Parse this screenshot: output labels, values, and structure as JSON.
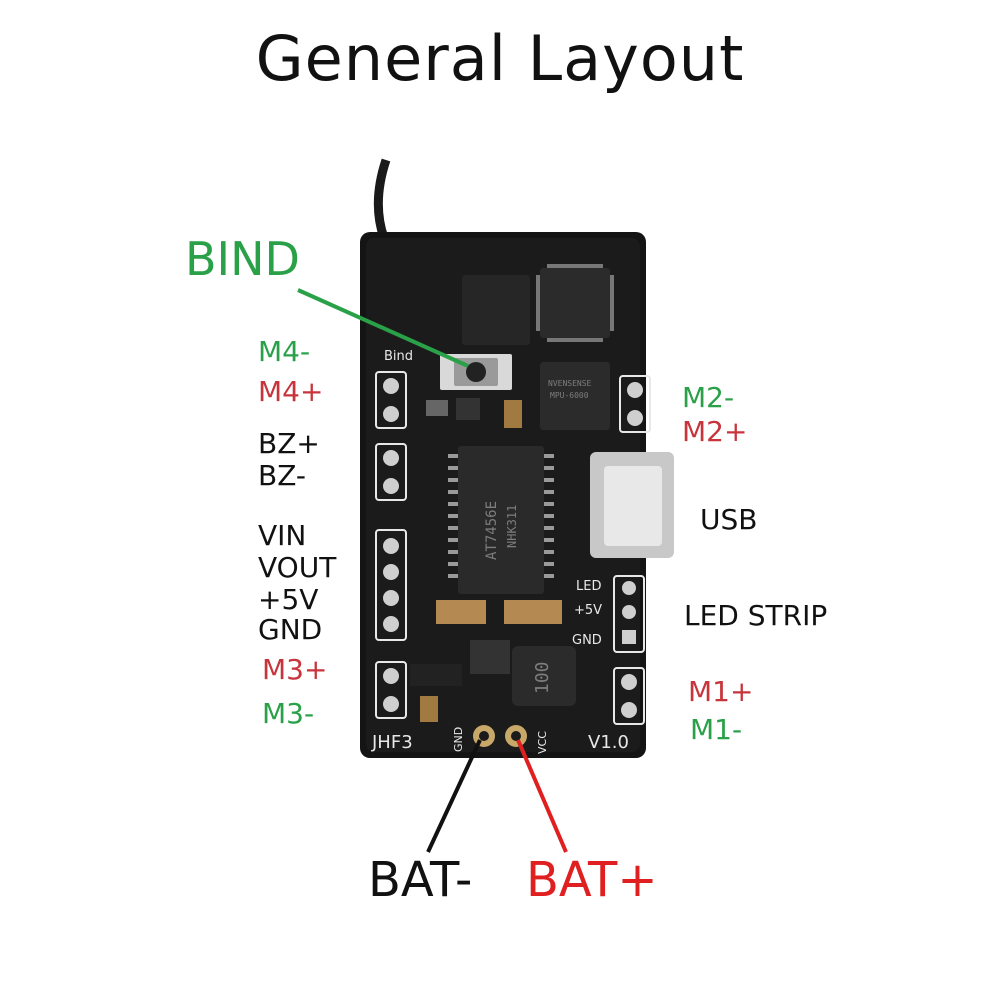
{
  "title": "General Layout",
  "colors": {
    "green": "#2aa148",
    "red": "#c8343c",
    "black": "#111111",
    "bat_plus": "#e02020"
  },
  "labels": {
    "bind": "BIND",
    "m4_minus": "M4-",
    "m4_plus": "M4+",
    "bz_plus": "BZ+",
    "bz_minus": "BZ-",
    "vin": "VIN",
    "vout": "VOUT",
    "plus5v": "+5V",
    "gnd": "GND",
    "m3_plus": "M3+",
    "m3_minus": "M3-",
    "m2_minus": "M2-",
    "m2_plus": "M2+",
    "usb": "USB",
    "led_strip": "LED STRIP",
    "m1_plus": "M1+",
    "m1_minus": "M1-",
    "bat_minus": "BAT-",
    "bat_plus": "BAT+"
  },
  "board": {
    "silk_bind": "Bind",
    "silk_led": "LED",
    "silk_5v": "+5V",
    "silk_gnd": "GND",
    "silk_name": "JHF3",
    "silk_version": "V1.0",
    "silk_pad_gnd": "GND",
    "silk_pad_vcc": "VCC",
    "chip_driver": "AT7456E",
    "chip_driver_line2": "NHK311",
    "chip_imu": "NVENSENSE",
    "chip_imu_line2": "MPU-6000",
    "inductor_code": "100"
  }
}
